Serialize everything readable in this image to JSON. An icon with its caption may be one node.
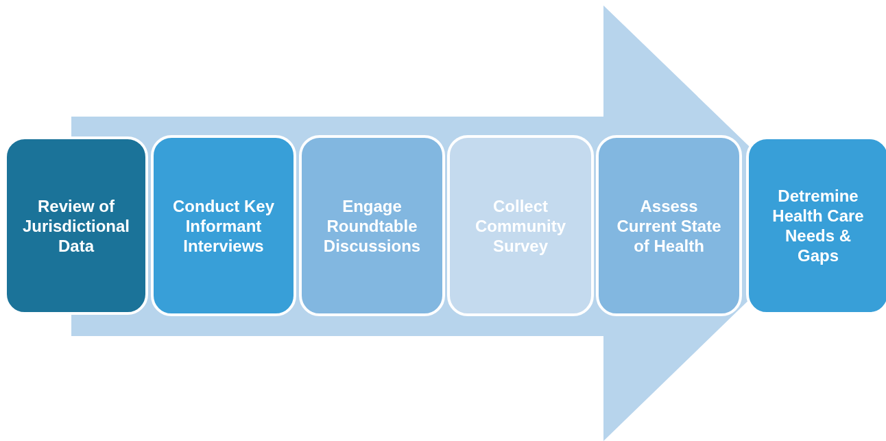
{
  "diagram": {
    "nodes": [
      {
        "text": [
          "Review of Jurisdictional Data"
        ]
      },
      {
        "text": [
          "Conduct Key Informant Interviews"
        ]
      },
      {
        "text": [
          "Engage Roundtable Discussions"
        ]
      },
      {
        "text": [
          "Collect Community Survey"
        ]
      },
      {
        "text": [
          "Assess Current State of Health"
        ]
      },
      {
        "text": [
          "Detremine Health Care Needs & Gaps"
        ]
      }
    ],
    "edges": [
      {
        "from": 0,
        "to": 5,
        "arrow": "to"
      }
    ]
  }
}
